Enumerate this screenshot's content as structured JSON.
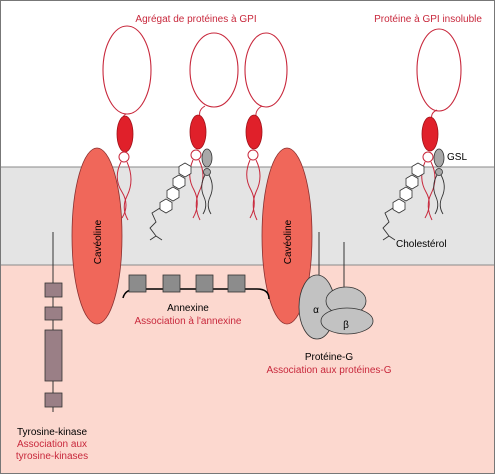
{
  "labels": {
    "gpi_aggregate": "Agrégat de protéines à GPI",
    "gpi_insoluble": "Protéine à GPI insoluble",
    "gsl": "GSL",
    "cholesterol": "Cholestérol",
    "caveoline_left": "Cavéoline",
    "caveoline_right": "Cavéoline",
    "annexine": "Annexine",
    "annexine_assoc": "Association à l'annexine",
    "alpha": "α",
    "beta": "β",
    "proteine_g": "Protéine-G",
    "proteine_g_assoc": "Association aux protéines-G",
    "tyrosine_kinase": "Tyrosine-kinase",
    "tk_assoc_line1": "Association aux",
    "tk_assoc_line2": "tyrosine-kinases"
  },
  "colors": {
    "red_text": "#c8283c",
    "gpi_red": "#e0202a",
    "caveolin": "#f0675a",
    "membrane": "#e4e4e4",
    "cytoplasm": "#fcd8cf",
    "annexin_box": "#8c8c8c",
    "kinase": "#9a7f86",
    "g_protein": "#c2c2c2"
  }
}
